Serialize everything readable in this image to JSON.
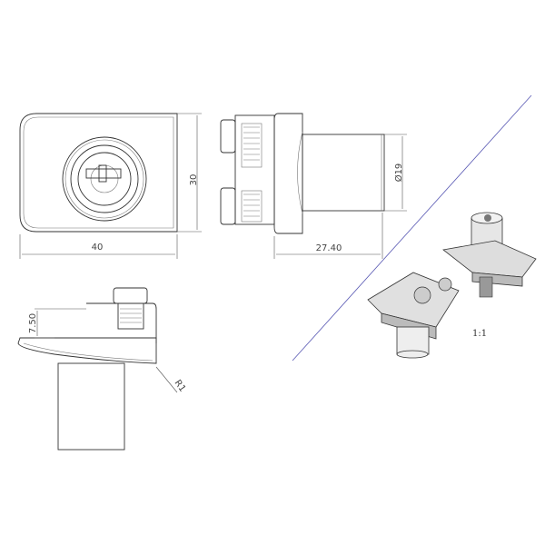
{
  "drawing": {
    "dimensions": {
      "width": "40",
      "height": "30",
      "diameter": "Ø19",
      "depth": "27.40",
      "plate_thickness": "7.50",
      "radius": "R1"
    },
    "scale_label": "1:1",
    "colors": {
      "line": "#333333",
      "divider": "#5a5ab4"
    }
  }
}
